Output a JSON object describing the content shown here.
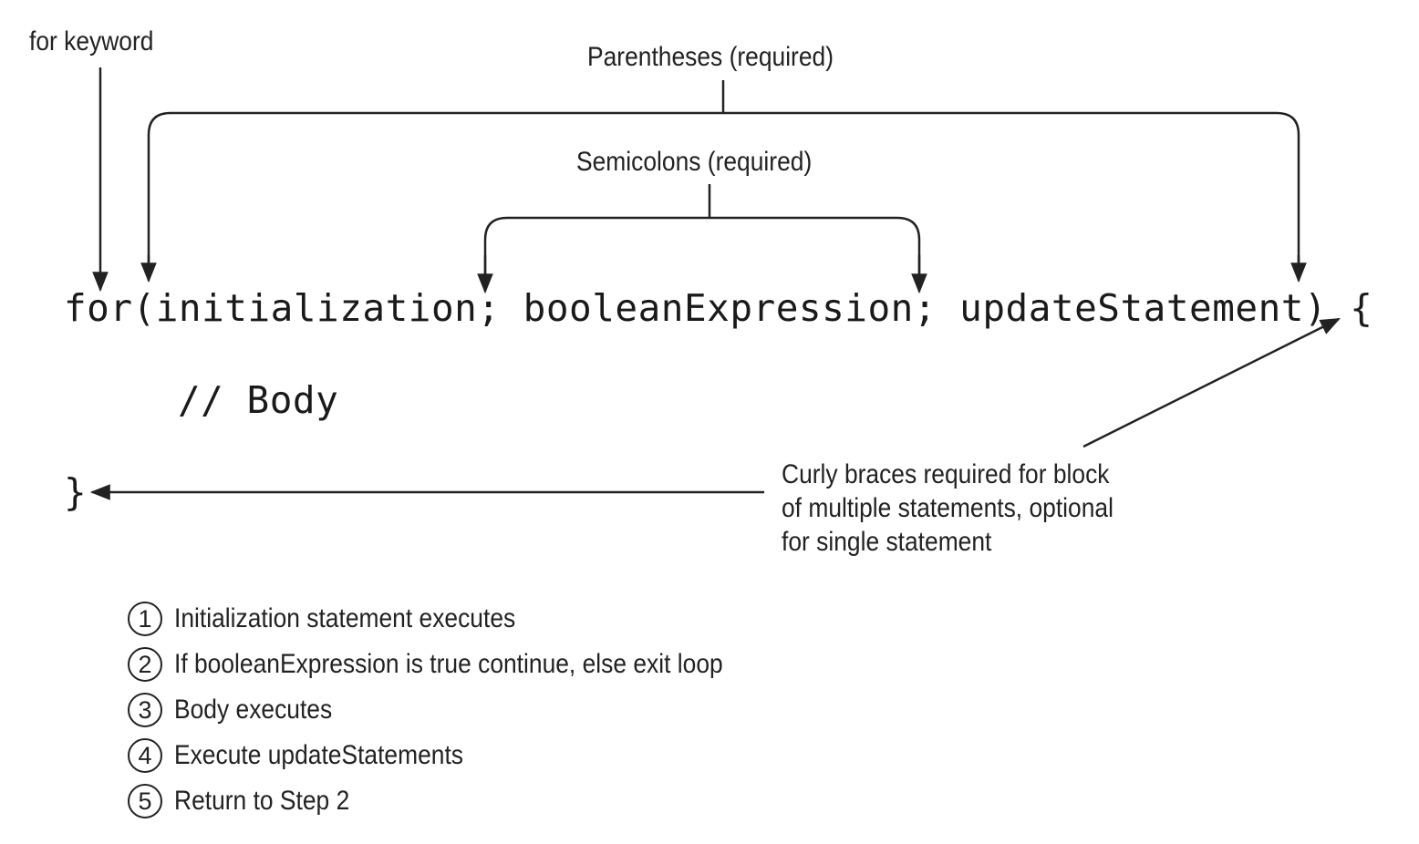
{
  "labels": {
    "for_keyword": "for keyword",
    "parentheses": "Parentheses (required)",
    "semicolons": "Semicolons (required)",
    "curly_braces": [
      "Curly braces required for block",
      "of multiple statements, optional",
      "for single statement"
    ]
  },
  "code": {
    "for_line": "for(initialization; booleanExpression; updateStatement) {",
    "body_line": "// Body",
    "closing_brace": "}"
  },
  "steps": [
    {
      "number": "1",
      "text": "Initialization statement executes"
    },
    {
      "number": "2",
      "text": "If booleanExpression is true continue, else exit loop"
    },
    {
      "number": "3",
      "text": "Body executes"
    },
    {
      "number": "4",
      "text": "Execute updateStatements"
    },
    {
      "number": "5",
      "text": "Return to Step 2"
    }
  ],
  "colors": {
    "ink": "#222222",
    "background": "#ffffff"
  }
}
